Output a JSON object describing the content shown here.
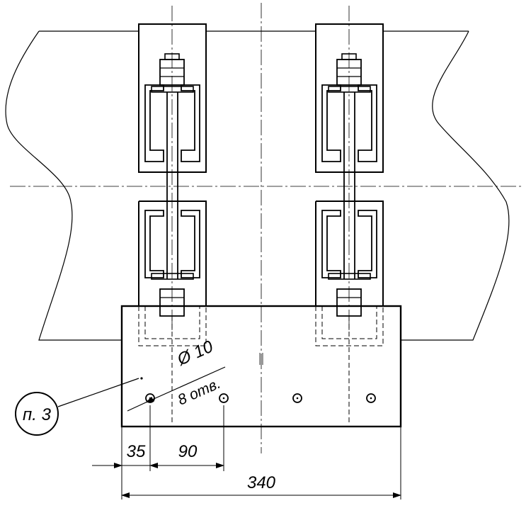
{
  "drawing": {
    "callout_label": "п. 3",
    "hole_diameter_label": "Ø 10",
    "hole_count_label": "8 отв.",
    "dimensions": {
      "edge_to_first_hole": "35",
      "hole_spacing": "90",
      "overall_width": "340"
    }
  }
}
